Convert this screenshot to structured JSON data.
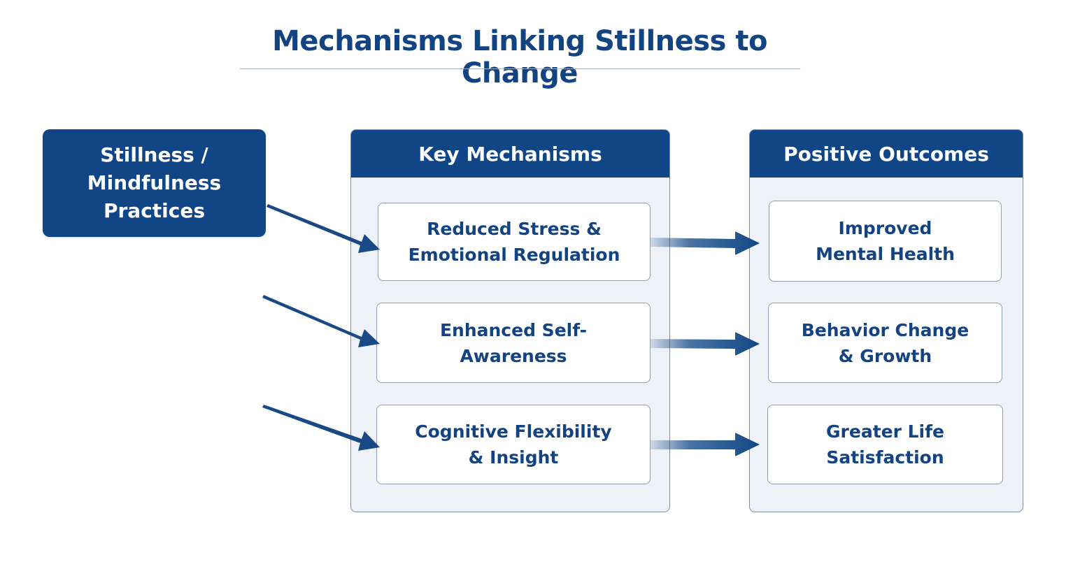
{
  "title": "Mechanisms Linking Stillness to Change",
  "colors": {
    "primary": "#114686",
    "text": "#134380",
    "panel_bg": "#eef2f8",
    "card_border": "#8d9db3"
  },
  "source": {
    "label": "Stillness /\nMindfulness\nPractices"
  },
  "mechanisms": {
    "heading": "Key Mechanisms",
    "items": [
      {
        "label": "Reduced Stress &\nEmotional Regulation"
      },
      {
        "label": "Enhanced Self-\nAwareness"
      },
      {
        "label": "Cognitive Flexibility\n& Insight"
      }
    ]
  },
  "outcomes": {
    "heading": "Positive Outcomes",
    "items": [
      {
        "label": "Improved\nMental Health"
      },
      {
        "label": "Behavior Change\n& Growth"
      },
      {
        "label": "Greater Life\nSatisfaction"
      }
    ]
  },
  "connections": [
    {
      "from": "source",
      "to": "mechanisms.0"
    },
    {
      "from": "source",
      "to": "mechanisms.1"
    },
    {
      "from": "source",
      "to": "mechanisms.2"
    },
    {
      "from": "mechanisms.0",
      "to": "outcomes.0"
    },
    {
      "from": "mechanisms.1",
      "to": "outcomes.1"
    },
    {
      "from": "mechanisms.2",
      "to": "outcomes.2"
    }
  ]
}
